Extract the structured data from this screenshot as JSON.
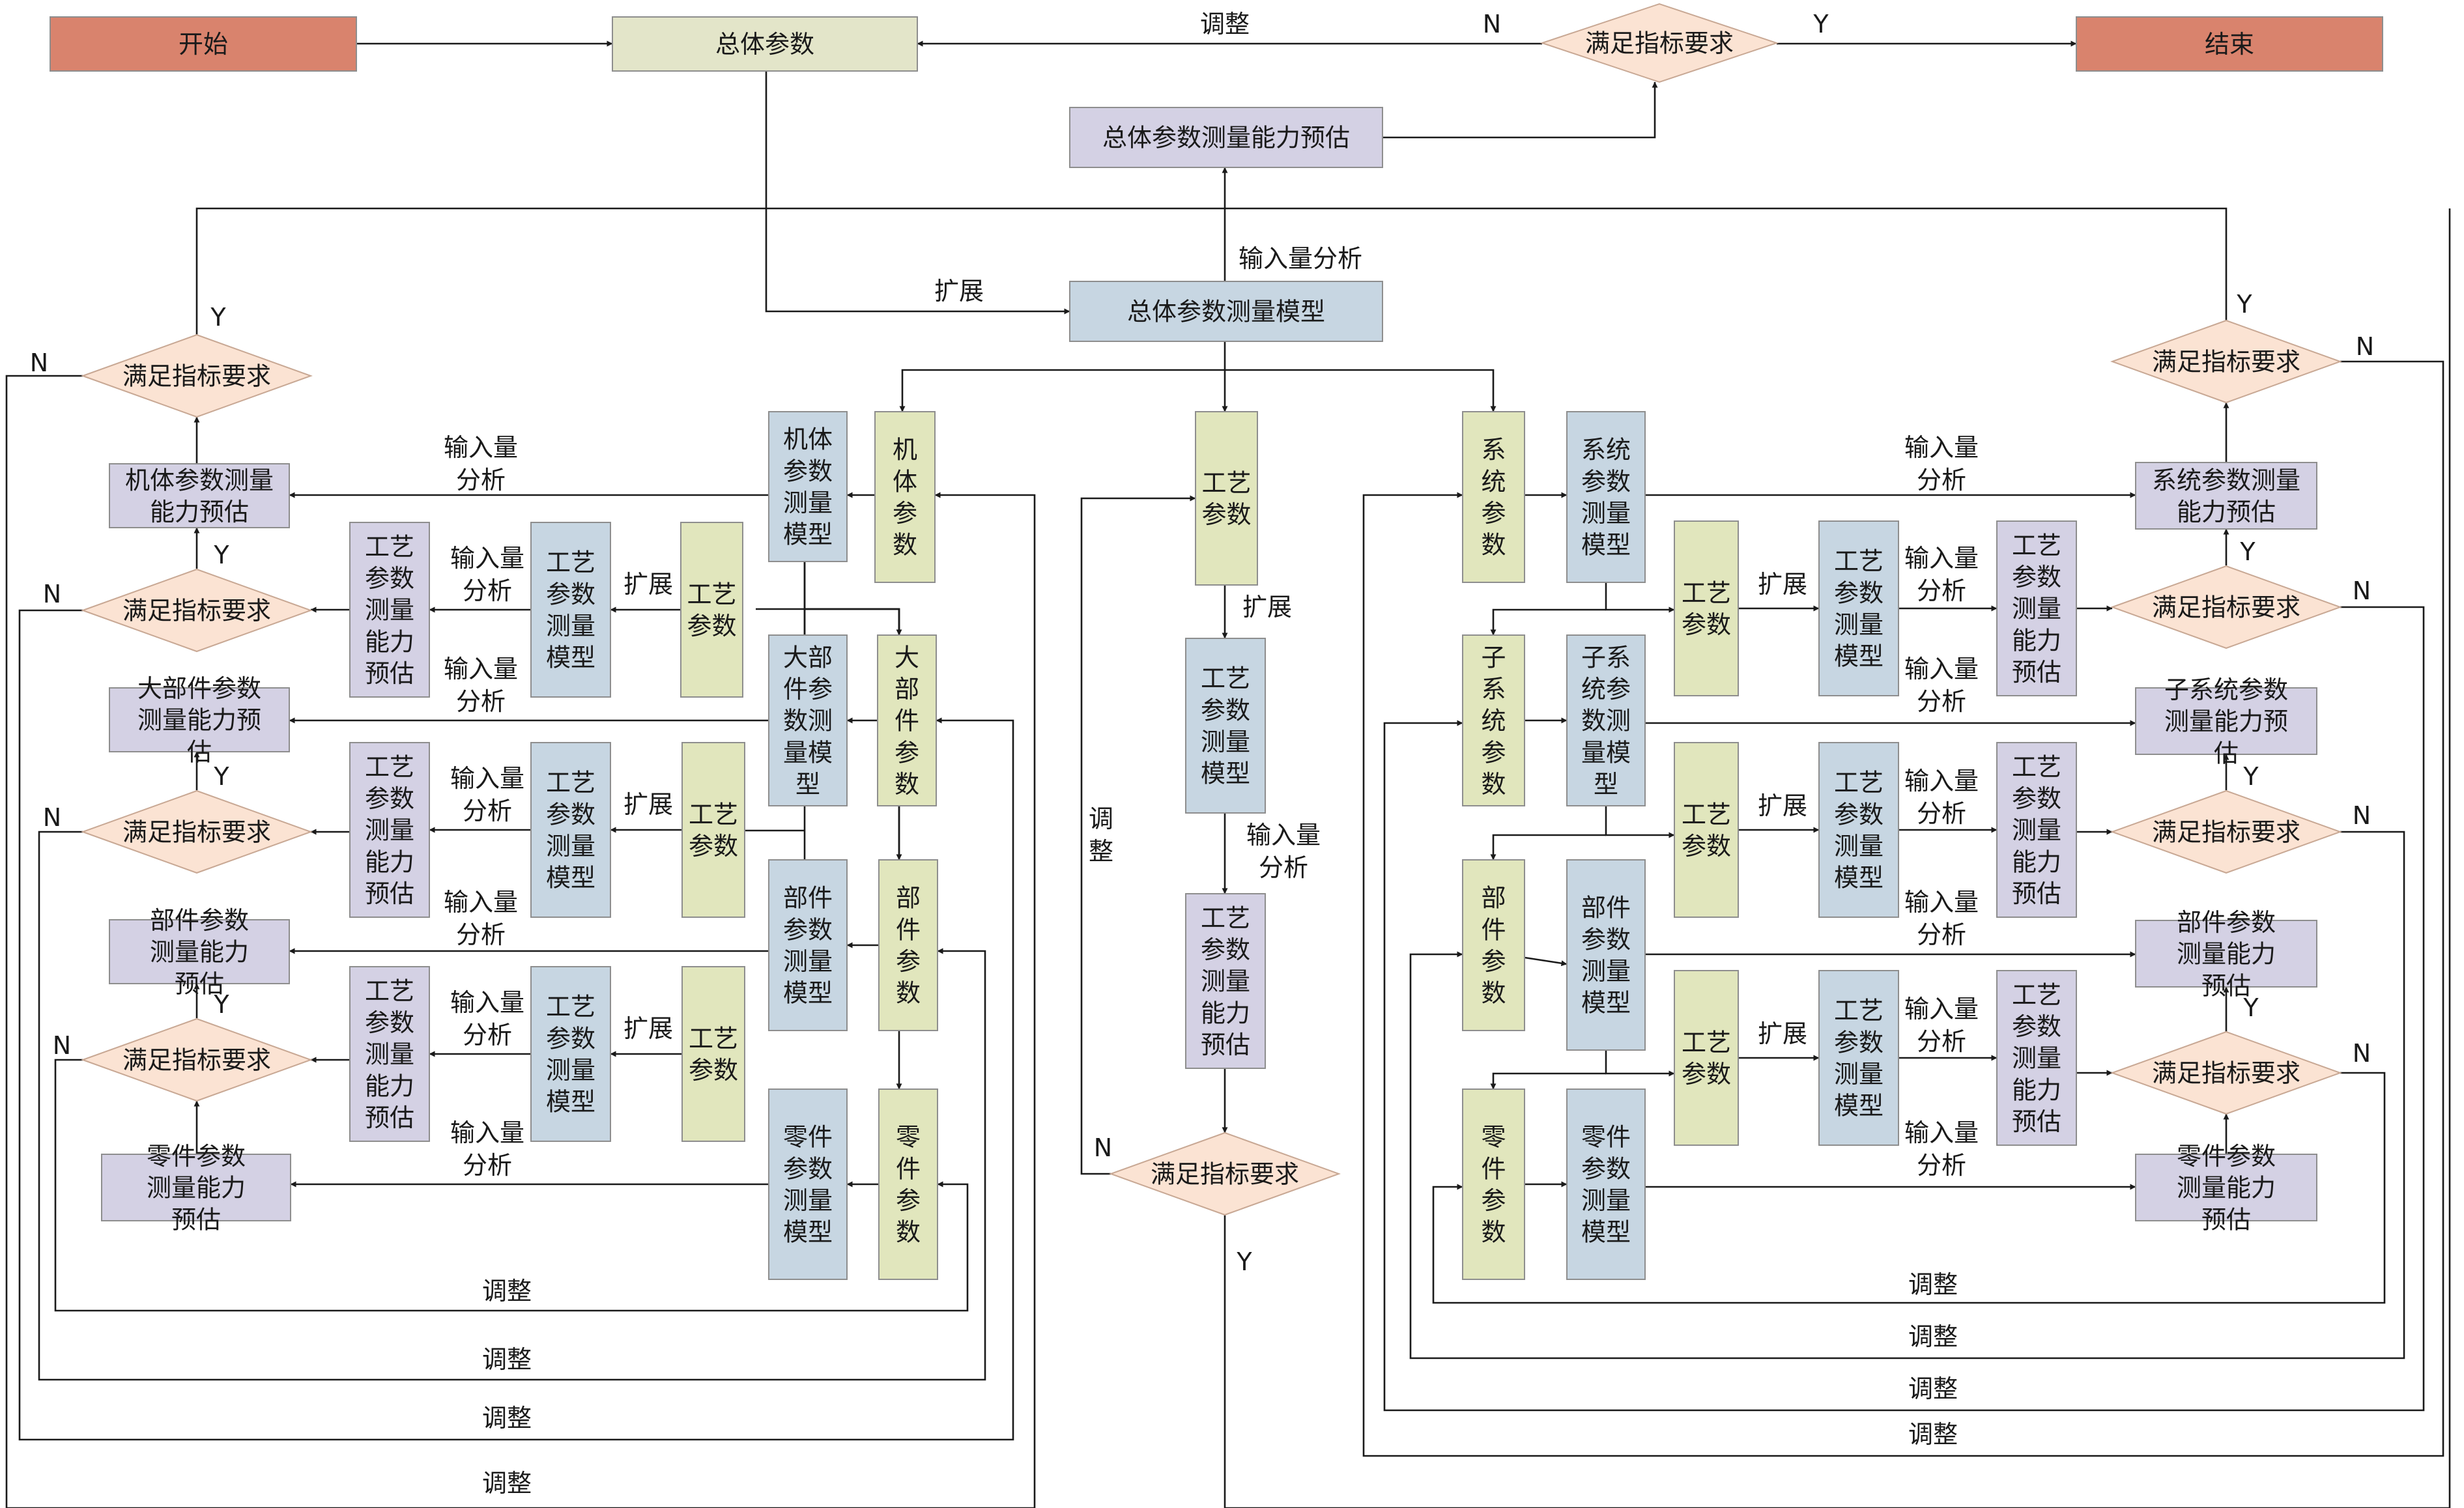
{
  "colors": {
    "terminal": "#d9836d",
    "general": "#e3e5c9",
    "param": "#e1e6bd",
    "model": "#c7d6e2",
    "estimate": "#d4d1e4",
    "decision": "#fbe3d3",
    "line": "#1a1a1a"
  },
  "nodes": {
    "start": "开始",
    "end": "结束",
    "overall_params": "总体参数",
    "overall_estimate": "总体参数测量能力预估",
    "overall_model": "总体参数测量模型",
    "top_decision": "满足指标要求",
    "airframe_params": "机体参数",
    "airframe_model": "机体参数测量模型",
    "airframe_estimate": "机体参数测量能力预估",
    "major_part_params": "大部件参数",
    "major_part_model": "大部件参数测量模型",
    "major_part_estimate": "大部件参数测量能力预估",
    "component_params": "部件参数",
    "component_model": "部件参数测量模型",
    "component_estimate": "部件参数测量能力预估",
    "element_params": "零件参数",
    "element_model": "零件参数测量模型",
    "element_estimate": "零件参数测量能力预估",
    "process_params": "工艺参数",
    "process_model": "工艺参数测量模型",
    "process_estimate": "工艺参数测量能力预估",
    "system_params": "系统参数",
    "system_model": "系统参数测量模型",
    "system_estimate": "系统参数测量能力预估",
    "subsystem_params": "子系统参数",
    "subsystem_model": "子系统参数测量模型",
    "subsystem_estimate": "子系统参数测量能力预估",
    "decision": "满足指标要求"
  },
  "labels": {
    "adjust": "调整",
    "expand": "扩展",
    "input_analysis": "输入量分析",
    "input_qty": "输入量",
    "analysis": "分析",
    "yes": "Y",
    "no": "N"
  }
}
